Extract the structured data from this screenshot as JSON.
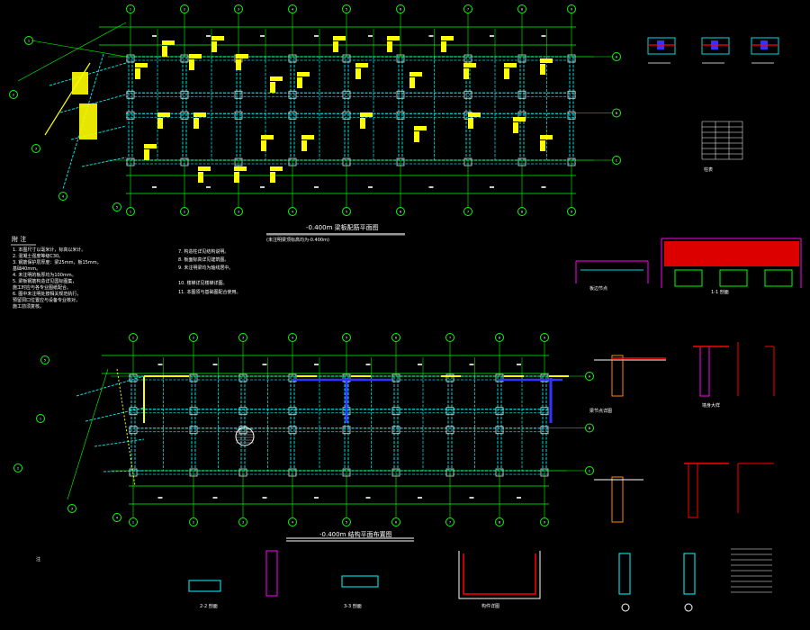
{
  "drawing": {
    "plan_top_title": "-0.400m 梁板配筋平面图",
    "plan_top_subtitle": "(未注明梁顶标高均为-0.400m)",
    "plan_bottom_title": "-0.400m 结构平面布置图",
    "notes_heading": "附 注",
    "notes": [
      "1. 本图尺寸以毫米计，标高以米计。",
      "2. 混凝土强度等级C30。",
      "3. 钢筋保护层厚度：梁25mm，板15mm，",
      "   基础40mm。",
      "4. 未注明的板厚均为100mm。",
      "5. 梁板钢筋构造详见国标图集，",
      "   施工时应与各专业图纸配合。",
      "6. 图中未注明处按相关规范执行，",
      "   预留洞口位置应与设备专业核对，",
      "   施工前须复核。"
    ],
    "notes_mid": [
      "7. 构造柱详见结构说明。",
      "8. 板面标高详见建筑图。",
      "9. 未注明梁均为轴线居中。",
      "10. 楼梯详见楼梯详图。",
      "11. 本图须与基础图配合使用。"
    ],
    "bottom_notes_heading": "注",
    "detail_titles": [
      "梁节点详图",
      "墙身大样",
      "板边节点",
      "1-1 剖面",
      "2-2 剖面",
      "3-3 剖面",
      "柱表",
      "构件详图"
    ],
    "axis_top": [
      "1",
      "2",
      "3",
      "4",
      "5",
      "6",
      "7",
      "8",
      "9"
    ],
    "axis_bottom": [
      "1",
      "2",
      "3",
      "4",
      "5",
      "6",
      "7",
      "8",
      "9"
    ],
    "axis_right": [
      "A",
      "B",
      "C"
    ]
  }
}
